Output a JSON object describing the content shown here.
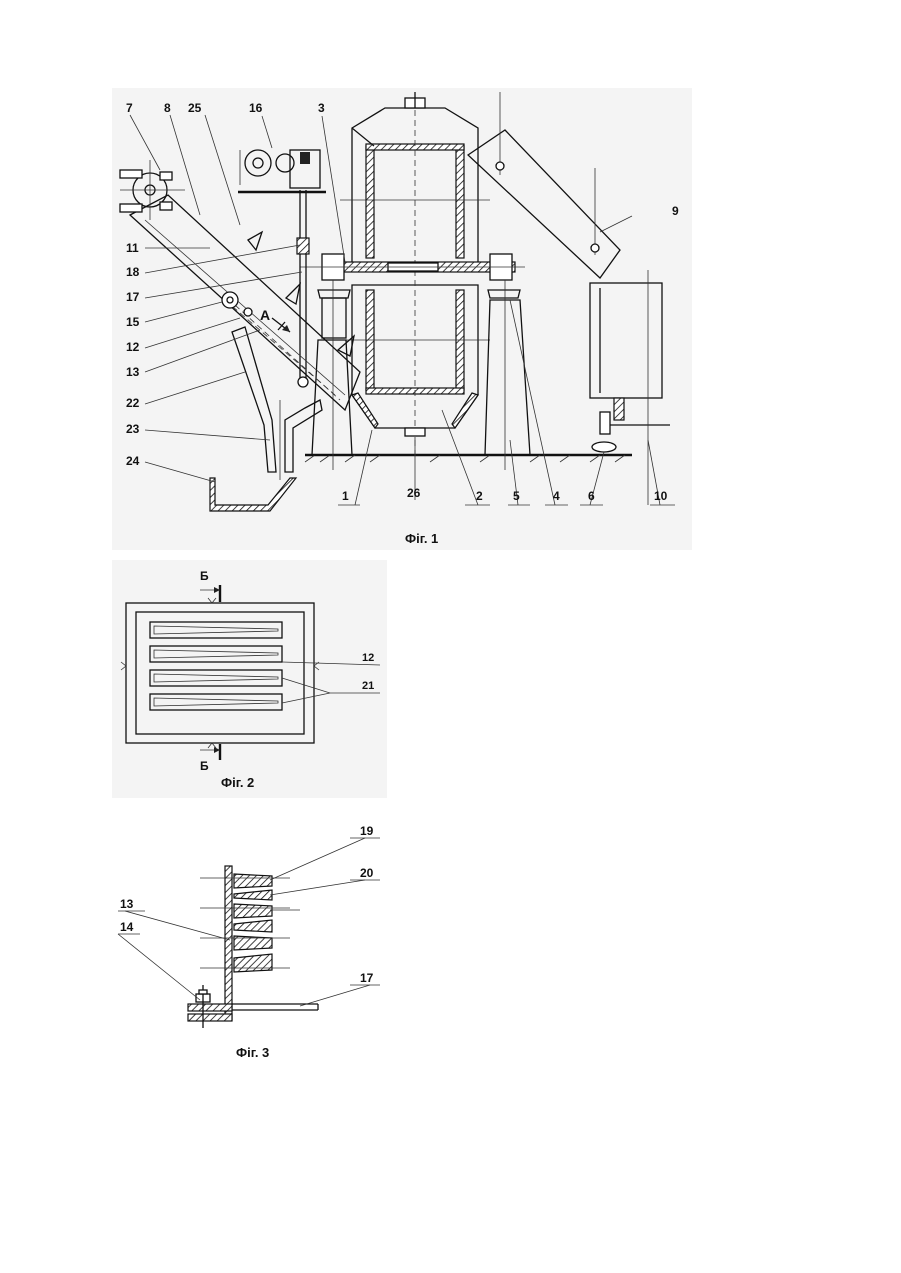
{
  "figures": {
    "fig1": {
      "caption": "Фіг. 1",
      "labels": [
        "7",
        "8",
        "25",
        "16",
        "3",
        "9",
        "11",
        "18",
        "17",
        "15",
        "12",
        "13",
        "22",
        "23",
        "24",
        "1",
        "26",
        "2",
        "5",
        "4",
        "6",
        "10",
        "A"
      ]
    },
    "fig2": {
      "caption": "Фіг. 2",
      "labels": [
        "Б",
        "Б",
        "12",
        "21"
      ]
    },
    "fig3": {
      "caption": "Фіг. 3",
      "labels": [
        "19",
        "20",
        "13",
        "14",
        "17"
      ]
    }
  }
}
